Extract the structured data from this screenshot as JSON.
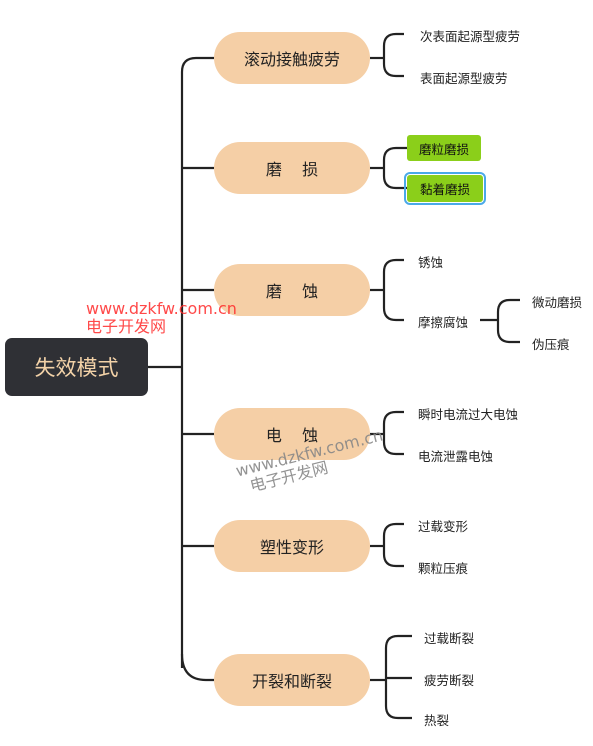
{
  "root": {
    "label": "失效模式"
  },
  "categories": [
    {
      "label": "滚动接触疲劳",
      "children": [
        "次表面起源型疲劳",
        "表面起源型疲劳"
      ]
    },
    {
      "label": "磨    损",
      "children": [
        "磨粒磨损",
        "黏着磨损"
      ]
    },
    {
      "label": "磨    蚀",
      "children": [
        "锈蚀",
        "摩擦腐蚀"
      ],
      "grandchildren": [
        "微动磨损",
        "伪压痕"
      ]
    },
    {
      "label": "电    蚀",
      "children": [
        "瞬时电流过大电蚀",
        "电流泄露电蚀"
      ]
    },
    {
      "label": "塑性变形",
      "children": [
        "过载变形",
        "颗粒压痕"
      ]
    },
    {
      "label": "开裂和断裂",
      "children": [
        "过载断裂",
        "疲劳断裂",
        "热裂"
      ]
    }
  ],
  "watermarks": [
    {
      "line1": "www.dzkfw.com.cn",
      "line2": "电子开发网"
    },
    {
      "line1": "www.dzkfw.com.cn",
      "line2": "电子开发网"
    }
  ],
  "colors": {
    "root_bg": "#2f3035",
    "root_text": "#f3d2a8",
    "node_bg": "#f5cfa6",
    "highlight": "#8bcf1a",
    "selection": "#4aa9e8",
    "line": "#222222"
  }
}
